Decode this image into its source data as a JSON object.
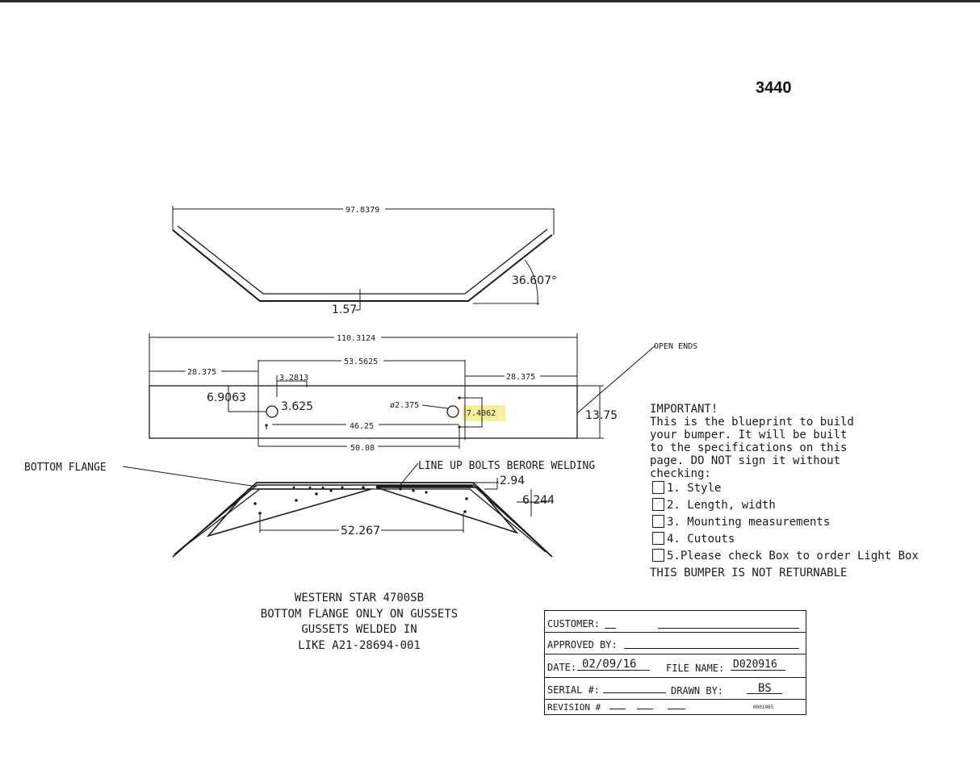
{
  "part_number": "3440",
  "top_view": {
    "overall_width": "97.8379",
    "angle": "36.607°",
    "center_depth": "1.57"
  },
  "front_view": {
    "overall_length": "110.3124",
    "left_end": "28.375",
    "center_section": "53.5625",
    "right_end": "28.375",
    "hole_offset_x": "3.2813",
    "hole_height": "6.9063",
    "hole_offset_y": "3.625",
    "hole_diameter": "ø2.375",
    "hole_spacing_short": "7.4062",
    "hole_spacing_mid": "46.25",
    "hole_spacing_long": "50.08",
    "height": "13.75",
    "open_ends_label": "OPEN ENDS"
  },
  "bottom_view": {
    "bottom_flange_label": "BOTTOM FLANGE",
    "line_up_label": "LINE UP BOLTS BERORE WELDING",
    "dim_a": "2.94",
    "dim_b": "6.244",
    "dim_c": "52.267"
  },
  "important": {
    "heading": "IMPORTANT!",
    "body": "This is the blueprint to build\nyour bumper. It will be built\nto the specifications on this\npage. DO NOT sign it without\nchecking:",
    "checklist": [
      "1. Style",
      "2. Length, width",
      "3. Mounting measurements",
      "4. Cutouts",
      "5.Please check Box to order Light Box"
    ],
    "not_returnable": "THIS BUMPER IS NOT RETURNABLE"
  },
  "notes": [
    "WESTERN STAR 4700SB",
    "BOTTOM FLANGE ONLY ON GUSSETS",
    "GUSSETS WELDED IN",
    "LIKE A21-28694-001"
  ],
  "title_block": {
    "customer_label": "CUSTOMER:",
    "approved_label": "APPROVED BY:",
    "date_label": "DATE:",
    "date_value": "02/09/16",
    "file_label": "FILE NAME:",
    "file_value": "D020916",
    "serial_label": "SERIAL #:",
    "drawn_label": "DRAWN BY:",
    "drawn_value": "BS",
    "revision_label": "REVISION #",
    "doc_code": "0001985"
  }
}
